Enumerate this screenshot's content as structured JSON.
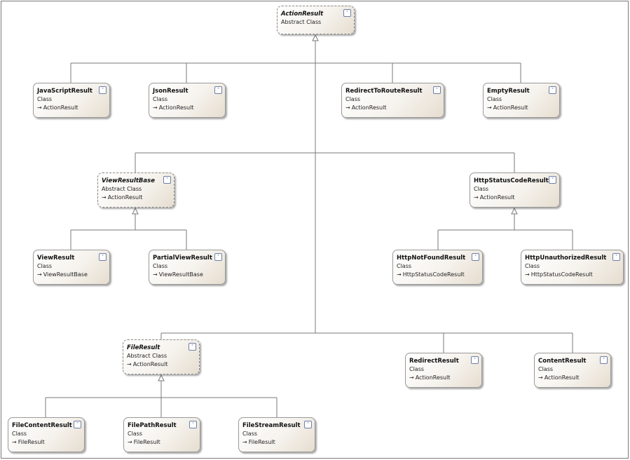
{
  "diagram": {
    "nodes": [
      {
        "id": "ActionResult",
        "name": "ActionResult",
        "kind": "Abstract Class",
        "base": "",
        "abstract": true
      },
      {
        "id": "JavaScriptResult",
        "name": "JavaScriptResult",
        "kind": "Class",
        "base": "ActionResult",
        "abstract": false
      },
      {
        "id": "JsonResult",
        "name": "JsonResult",
        "kind": "Class",
        "base": "ActionResult",
        "abstract": false
      },
      {
        "id": "RedirectToRouteResult",
        "name": "RedirectToRouteResult",
        "kind": "Class",
        "base": "ActionResult",
        "abstract": false
      },
      {
        "id": "EmptyResult",
        "name": "EmptyResult",
        "kind": "Class",
        "base": "ActionResult",
        "abstract": false
      },
      {
        "id": "ViewResultBase",
        "name": "ViewResultBase",
        "kind": "Abstract Class",
        "base": "ActionResult",
        "abstract": true
      },
      {
        "id": "HttpStatusCodeResult",
        "name": "HttpStatusCodeResult",
        "kind": "Class",
        "base": "ActionResult",
        "abstract": false
      },
      {
        "id": "ViewResult",
        "name": "ViewResult",
        "kind": "Class",
        "base": "ViewResultBase",
        "abstract": false
      },
      {
        "id": "PartialViewResult",
        "name": "PartialViewResult",
        "kind": "Class",
        "base": "ViewResultBase",
        "abstract": false
      },
      {
        "id": "HttpNotFoundResult",
        "name": "HttpNotFoundResult",
        "kind": "Class",
        "base": "HttpStatusCodeResult",
        "abstract": false
      },
      {
        "id": "HttpUnauthorizedResult",
        "name": "HttpUnauthorizedResult",
        "kind": "Class",
        "base": "HttpStatusCodeResult",
        "abstract": false
      },
      {
        "id": "FileResult",
        "name": "FileResult",
        "kind": "Abstract Class",
        "base": "ActionResult",
        "abstract": true
      },
      {
        "id": "RedirectResult",
        "name": "RedirectResult",
        "kind": "Class",
        "base": "ActionResult",
        "abstract": false
      },
      {
        "id": "ContentResult",
        "name": "ContentResult",
        "kind": "Class",
        "base": "ActionResult",
        "abstract": false
      },
      {
        "id": "FileContentResult",
        "name": "FileContentResult",
        "kind": "Class",
        "base": "FileResult",
        "abstract": false
      },
      {
        "id": "FilePathResult",
        "name": "FilePathResult",
        "kind": "Class",
        "base": "FileResult",
        "abstract": false
      },
      {
        "id": "FileStreamResult",
        "name": "FileStreamResult",
        "kind": "Class",
        "base": "FileResult",
        "abstract": false
      }
    ],
    "inheritance": [
      {
        "parent": "ActionResult",
        "children": [
          "JavaScriptResult",
          "JsonResult",
          "RedirectToRouteResult",
          "EmptyResult",
          "ViewResultBase",
          "HttpStatusCodeResult",
          "FileResult",
          "RedirectResult",
          "ContentResult"
        ]
      },
      {
        "parent": "ViewResultBase",
        "children": [
          "ViewResult",
          "PartialViewResult"
        ]
      },
      {
        "parent": "HttpStatusCodeResult",
        "children": [
          "HttpNotFoundResult",
          "HttpUnauthorizedResult"
        ]
      },
      {
        "parent": "FileResult",
        "children": [
          "FileContentResult",
          "FilePathResult",
          "FileStreamResult"
        ]
      }
    ],
    "colors": {
      "line": "#7a7a7a",
      "box_border": "#9a9a9a",
      "toggle": "#2c3e78"
    },
    "icons": {
      "collapse": "double-chevron-down-icon",
      "base_arrow": "arrow-right-icon"
    }
  }
}
